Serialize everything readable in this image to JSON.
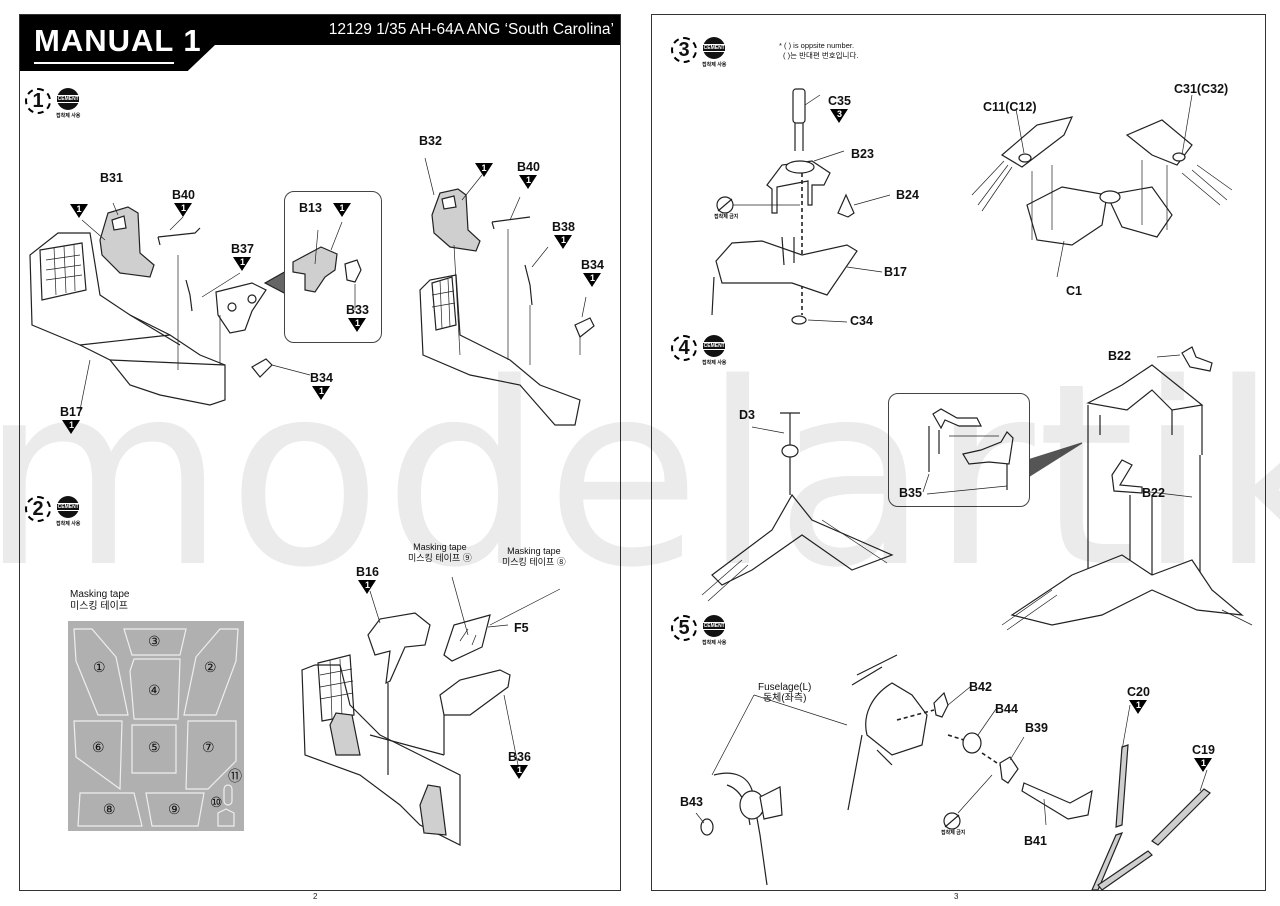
{
  "document": {
    "header_title": "MANUAL 1",
    "header_subtitle": "12129 1/35 AH-64A ANG ‘South Carolina’",
    "page_numbers": [
      "2",
      "3"
    ],
    "watermark": "modelartikl.cz",
    "opposite_note": [
      "* (  ) is oppsite number.",
      "(  )는 반대편 번호입니다."
    ]
  },
  "cement": {
    "use_label": "CEMENT",
    "use_kr": "접착제 사용",
    "no_kr": "접착제 금지",
    "icons": {
      "use": "cement-use-icon",
      "no": "no-cement-icon"
    }
  },
  "steps": [
    {
      "number": "1",
      "parts": [
        {
          "label": "B31",
          "qty": ""
        },
        {
          "label": "",
          "qty": "1"
        },
        {
          "label": "B40",
          "qty": "1"
        },
        {
          "label": "B37",
          "qty": "1"
        },
        {
          "label": "B13",
          "qty": ""
        },
        {
          "label": "",
          "qty": "1"
        },
        {
          "label": "B33",
          "qty": "1"
        },
        {
          "label": "B34",
          "qty": "1"
        },
        {
          "label": "B17",
          "qty": "1"
        },
        {
          "label": "B32",
          "qty": ""
        },
        {
          "label": "",
          "qty": "1"
        },
        {
          "label": "B40",
          "qty": "1"
        },
        {
          "label": "B38",
          "qty": "1"
        },
        {
          "label": "B34",
          "qty": "1"
        }
      ]
    },
    {
      "number": "2",
      "masking_tape": {
        "title": "Masking tape",
        "title_kr": "미스킹 테이프",
        "pieces": [
          "①",
          "②",
          "③",
          "④",
          "⑤",
          "⑥",
          "⑦",
          "⑧",
          "⑨",
          "⑩",
          "⑪"
        ]
      },
      "parts": [
        {
          "label": "B16",
          "qty": "1"
        },
        {
          "label": "F5",
          "qty": ""
        },
        {
          "label": "B36",
          "qty": "1"
        }
      ],
      "callouts": [
        {
          "text": "Masking tape",
          "text_kr": "미스킹 테이프",
          "ref": "⑨"
        },
        {
          "text": "Masking tape",
          "text_kr": "미스킹 테이프",
          "ref": "⑧"
        }
      ]
    },
    {
      "number": "3",
      "parts": [
        {
          "label": "C35",
          "qty": "3"
        },
        {
          "label": "B23",
          "qty": ""
        },
        {
          "label": "B24",
          "qty": ""
        },
        {
          "label": "B17",
          "qty": ""
        },
        {
          "label": "C34",
          "qty": ""
        },
        {
          "label": "C11(C12)",
          "qty": ""
        },
        {
          "label": "C31(C32)",
          "qty": ""
        },
        {
          "label": "C1",
          "qty": ""
        }
      ]
    },
    {
      "number": "4",
      "parts": [
        {
          "label": "D3",
          "qty": ""
        },
        {
          "label": "B35",
          "qty": ""
        },
        {
          "label": "B22",
          "qty": ""
        },
        {
          "label": "B22",
          "qty": ""
        }
      ]
    },
    {
      "number": "5",
      "fuselage_label": "Fuselage(L)",
      "fuselage_label_kr": "동체(좌측)",
      "parts": [
        {
          "label": "B42",
          "qty": ""
        },
        {
          "label": "B44",
          "qty": ""
        },
        {
          "label": "B39",
          "qty": ""
        },
        {
          "label": "B41",
          "qty": ""
        },
        {
          "label": "B43",
          "qty": ""
        },
        {
          "label": "C20",
          "qty": "1"
        },
        {
          "label": "C19",
          "qty": "1"
        }
      ]
    }
  ]
}
